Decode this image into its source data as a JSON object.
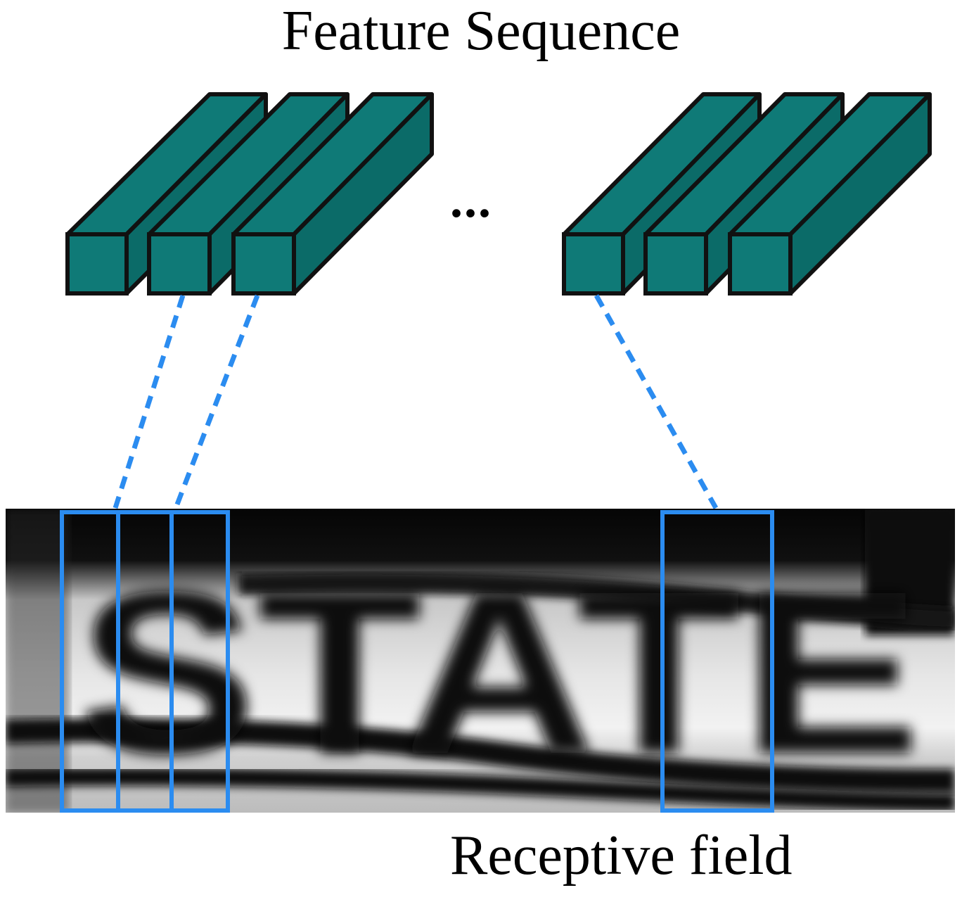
{
  "title": "Feature Sequence",
  "caption": "Receptive field",
  "ellipsis": "...",
  "image_text": "STATE",
  "colors": {
    "feature_face": "#0f7a77",
    "feature_side": "#0b6b68",
    "feature_outline": "#111111",
    "receptive_box": "#2b8cf0",
    "connector": "#2b8cf0"
  },
  "feature_groups": [
    {
      "name": "left-group",
      "count": 3
    },
    {
      "name": "right-group",
      "count": 3
    }
  ],
  "receptive_boxes": 4,
  "connectors": 3
}
